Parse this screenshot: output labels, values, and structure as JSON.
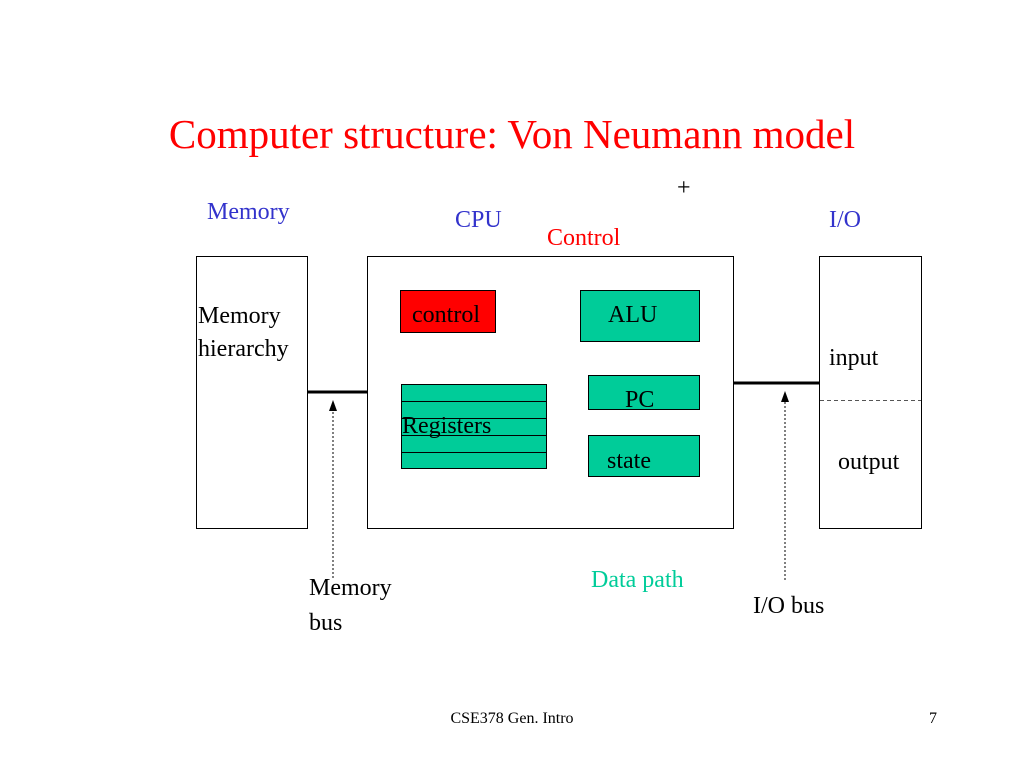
{
  "slide": {
    "title": "Computer structure: Von Neumann model",
    "plus": "+",
    "footer_course": "CSE378 Gen. Intro",
    "page_number": "7"
  },
  "labels": {
    "memory": "Memory",
    "cpu": "CPU",
    "control": "Control",
    "io": "I/O",
    "data_path": "Data path",
    "memory_bus_line1": "Memory",
    "memory_bus_line2": "bus",
    "io_bus": "I/O bus"
  },
  "memory_box": {
    "line1": "Memory",
    "line2": "hierarchy"
  },
  "cpu_box": {
    "control": "control",
    "alu": "ALU",
    "pc": "PC",
    "state": "state",
    "registers": "Registers"
  },
  "io_box": {
    "input": "input",
    "output": "output"
  },
  "colors": {
    "title": "#ff0000",
    "memory_label": "#3333cc",
    "cpu_label": "#3333cc",
    "io_label": "#3333cc",
    "control_label": "#ff0000",
    "data_path_label": "#00cc99",
    "control_fill": "#ff0000",
    "datapath_fill": "#00cc99"
  }
}
